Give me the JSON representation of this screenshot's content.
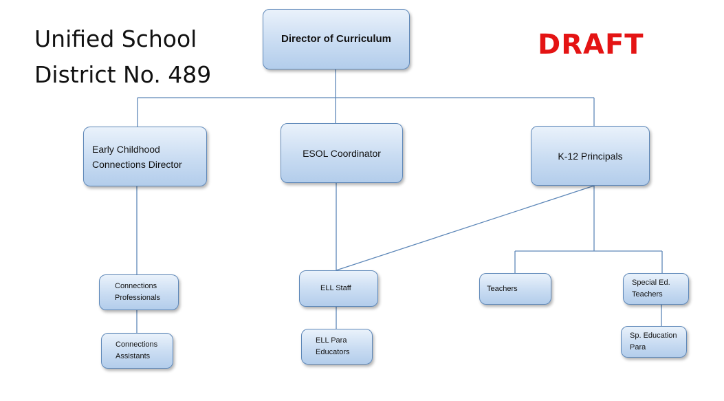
{
  "header": {
    "title_line1": "Unified School",
    "title_line2": "District No. 489",
    "stamp": "DRAFT"
  },
  "colors": {
    "stamp": "#e41414",
    "node_border": "#5d87b8",
    "node_fill_top": "#eaf2fb",
    "node_fill_bottom": "#b3cdeb",
    "connector": "#5d87b8"
  },
  "org_chart": {
    "nodes": {
      "director": "Director of Curriculum",
      "early_childhood": "Early Childhood\nConnections Director",
      "esol": "ESOL Coordinator",
      "principals": "K-12 Principals",
      "connections_professionals": "Connections\nProfessionals",
      "connections_assistants": "Connections\nAssistants",
      "ell_staff": "ELL Staff",
      "ell_para": "ELL Para\nEducators",
      "teachers": "Teachers",
      "sped_teachers": "Special Ed.\nTeachers",
      "sped_para": "Sp. Education\nPara"
    },
    "reporting_lines": [
      [
        "director",
        "early_childhood"
      ],
      [
        "director",
        "esol"
      ],
      [
        "director",
        "principals"
      ],
      [
        "early_childhood",
        "connections_professionals"
      ],
      [
        "connections_professionals",
        "connections_assistants"
      ],
      [
        "esol",
        "ell_staff"
      ],
      [
        "principals",
        "ell_staff"
      ],
      [
        "ell_staff",
        "ell_para"
      ],
      [
        "principals",
        "teachers"
      ],
      [
        "principals",
        "sped_teachers"
      ],
      [
        "sped_teachers",
        "sped_para"
      ]
    ]
  }
}
